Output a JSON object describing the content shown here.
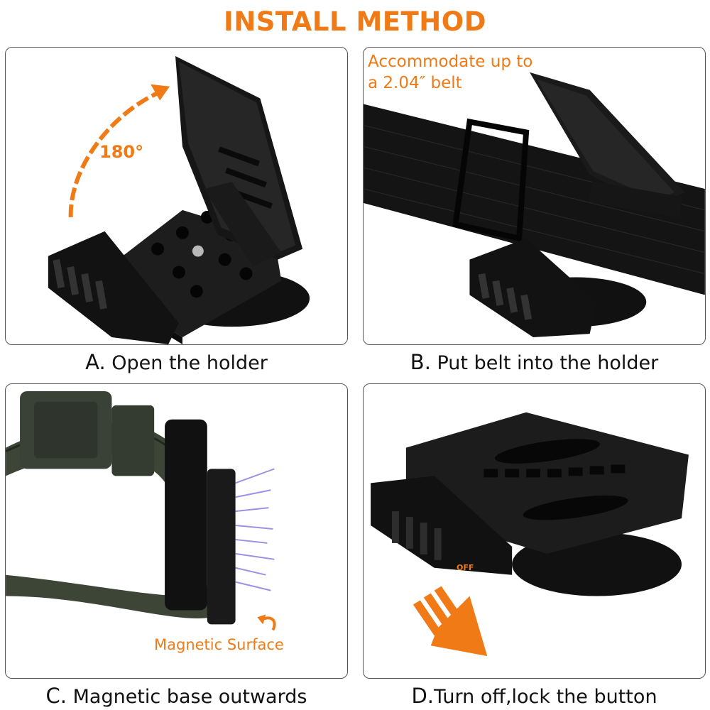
{
  "title": "INSTALL METHOD",
  "colors": {
    "accent": "#f07a16",
    "product": "#1a1a1a",
    "belt_green": "#3d4536",
    "magnet_glow": "#8a7fe0"
  },
  "panels": [
    {
      "id": "a",
      "caption_letter": "A.",
      "caption_text": " Open the holder",
      "note": "180°"
    },
    {
      "id": "b",
      "caption_letter": "B.",
      "caption_text": " Put belt into the holder",
      "note": "Accommodate up to a 2.04″  belt"
    },
    {
      "id": "c",
      "caption_letter": "C.",
      "caption_text": " Magnetic base outwards",
      "note": "Magnetic Surface"
    },
    {
      "id": "d",
      "caption_letter": "D.",
      "caption_text": "Turn off,lock the button",
      "note": "OFF"
    }
  ],
  "icons": [
    "curved-arrow-icon",
    "small-curved-arrow-icon",
    "striped-arrow-icon"
  ]
}
